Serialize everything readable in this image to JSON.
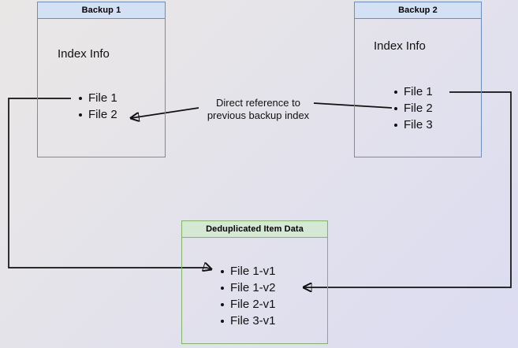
{
  "diagram": {
    "title_hidden": "",
    "background": {
      "from": "#e9e6e6",
      "to": "#dcdcf2"
    },
    "colors": {
      "blue_border": "#6c8ebf",
      "blue_header": "#d4e1f5",
      "green_border": "#82b366",
      "green_header": "#d5e8d4",
      "edge": "#111111"
    },
    "backup1": {
      "header": "Backup 1",
      "section_title": "Index Info",
      "items": [
        "File 1",
        "File 2"
      ]
    },
    "backup2": {
      "header": "Backup 2",
      "section_title": "Index Info",
      "items": [
        "File 1",
        "File 2",
        "File 3"
      ]
    },
    "dedup": {
      "header": "Deduplicated Item Data",
      "items": [
        "File 1-v1",
        "File 1-v2",
        "File 2-v1",
        "File 3-v1"
      ]
    },
    "annotations": {
      "direct_reference": "Direct reference to\nprevious backup index"
    }
  }
}
